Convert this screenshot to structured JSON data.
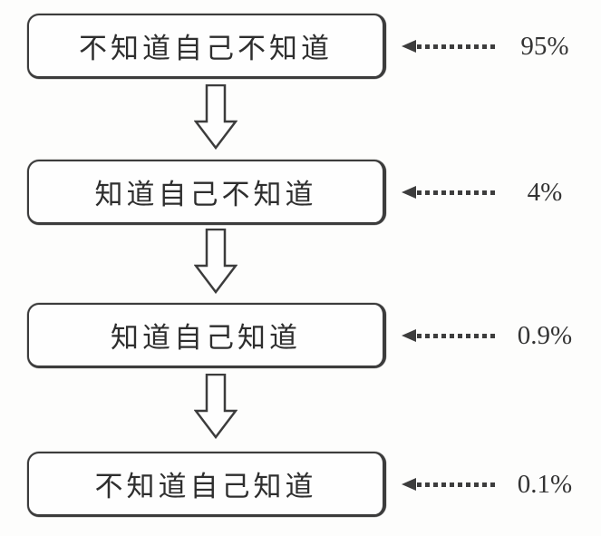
{
  "flowchart": {
    "title": "knowledge-awareness-levels",
    "rows": [
      {
        "label": "不知道自己不知道",
        "percent": "95%"
      },
      {
        "label": "知道自己不知道",
        "percent": "4%"
      },
      {
        "label": "知道自己知道",
        "percent": "0.9%"
      },
      {
        "label": "不知道自己知道",
        "percent": "0.1%"
      }
    ],
    "colors": {
      "stroke": "#3c3c3c",
      "text": "#2e2e2e",
      "background": "#fdfdfc"
    }
  }
}
